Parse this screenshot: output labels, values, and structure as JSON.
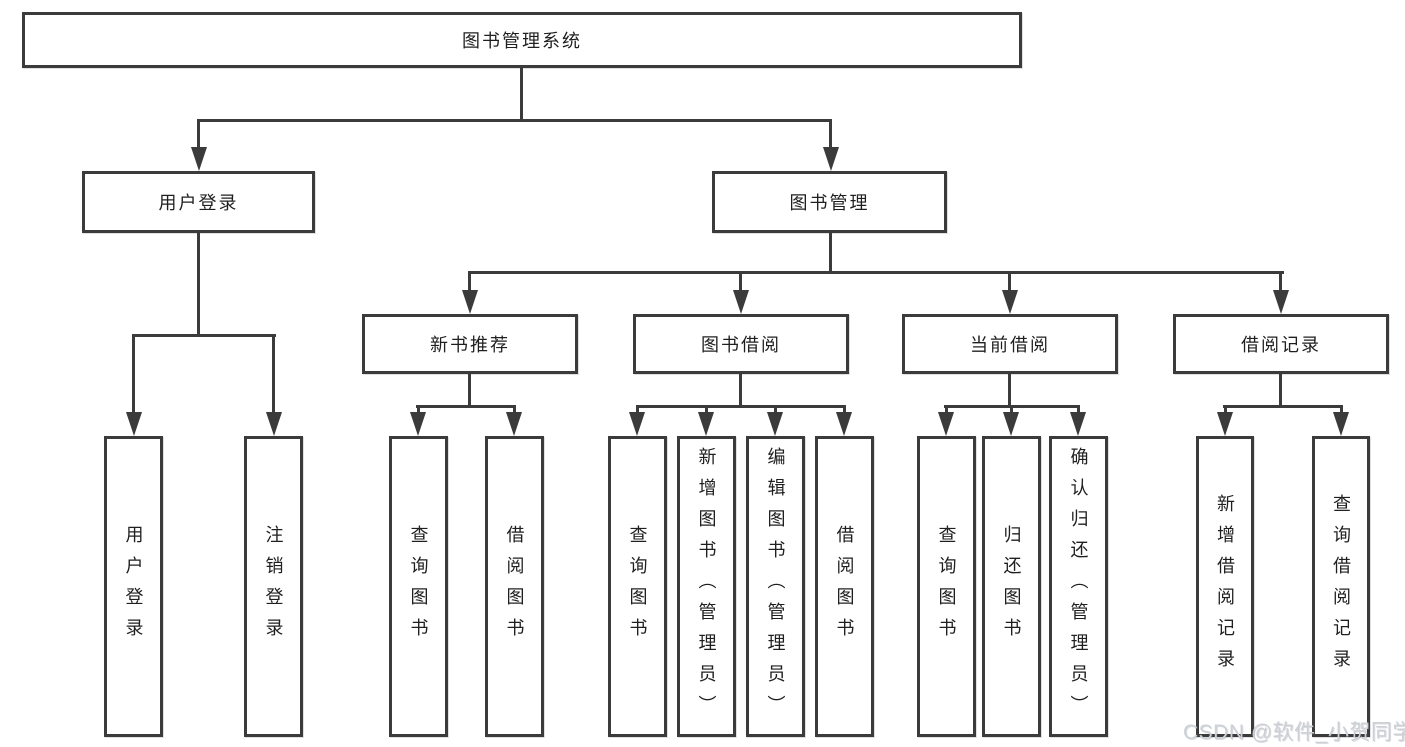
{
  "tree": {
    "root": "图书管理系统",
    "branches": [
      {
        "label": "用户登录",
        "children": [
          "用户登录",
          "注销登录"
        ]
      },
      {
        "label": "图书管理",
        "groups": [
          {
            "label": "新书推荐",
            "children": [
              "查询图书",
              "借阅图书"
            ]
          },
          {
            "label": "图书借阅",
            "children": [
              "查询图书",
              "新增图书（管理员）",
              "编辑图书（管理员）",
              "借阅图书"
            ]
          },
          {
            "label": "当前借阅",
            "children": [
              "查询图书",
              "归还图书",
              "确认归还（管理员）"
            ]
          },
          {
            "label": "借阅记录",
            "children": [
              "新增借阅记录",
              "查询借阅记录"
            ]
          }
        ]
      }
    ]
  },
  "watermark": "CSDN @软件_小贺同学",
  "colors": {
    "line": "#3b3b3b",
    "text": "#1f1f1f",
    "box-bg": "#ffffff",
    "page-bg": "#ffffff",
    "watermark": "#cdd1d7"
  }
}
